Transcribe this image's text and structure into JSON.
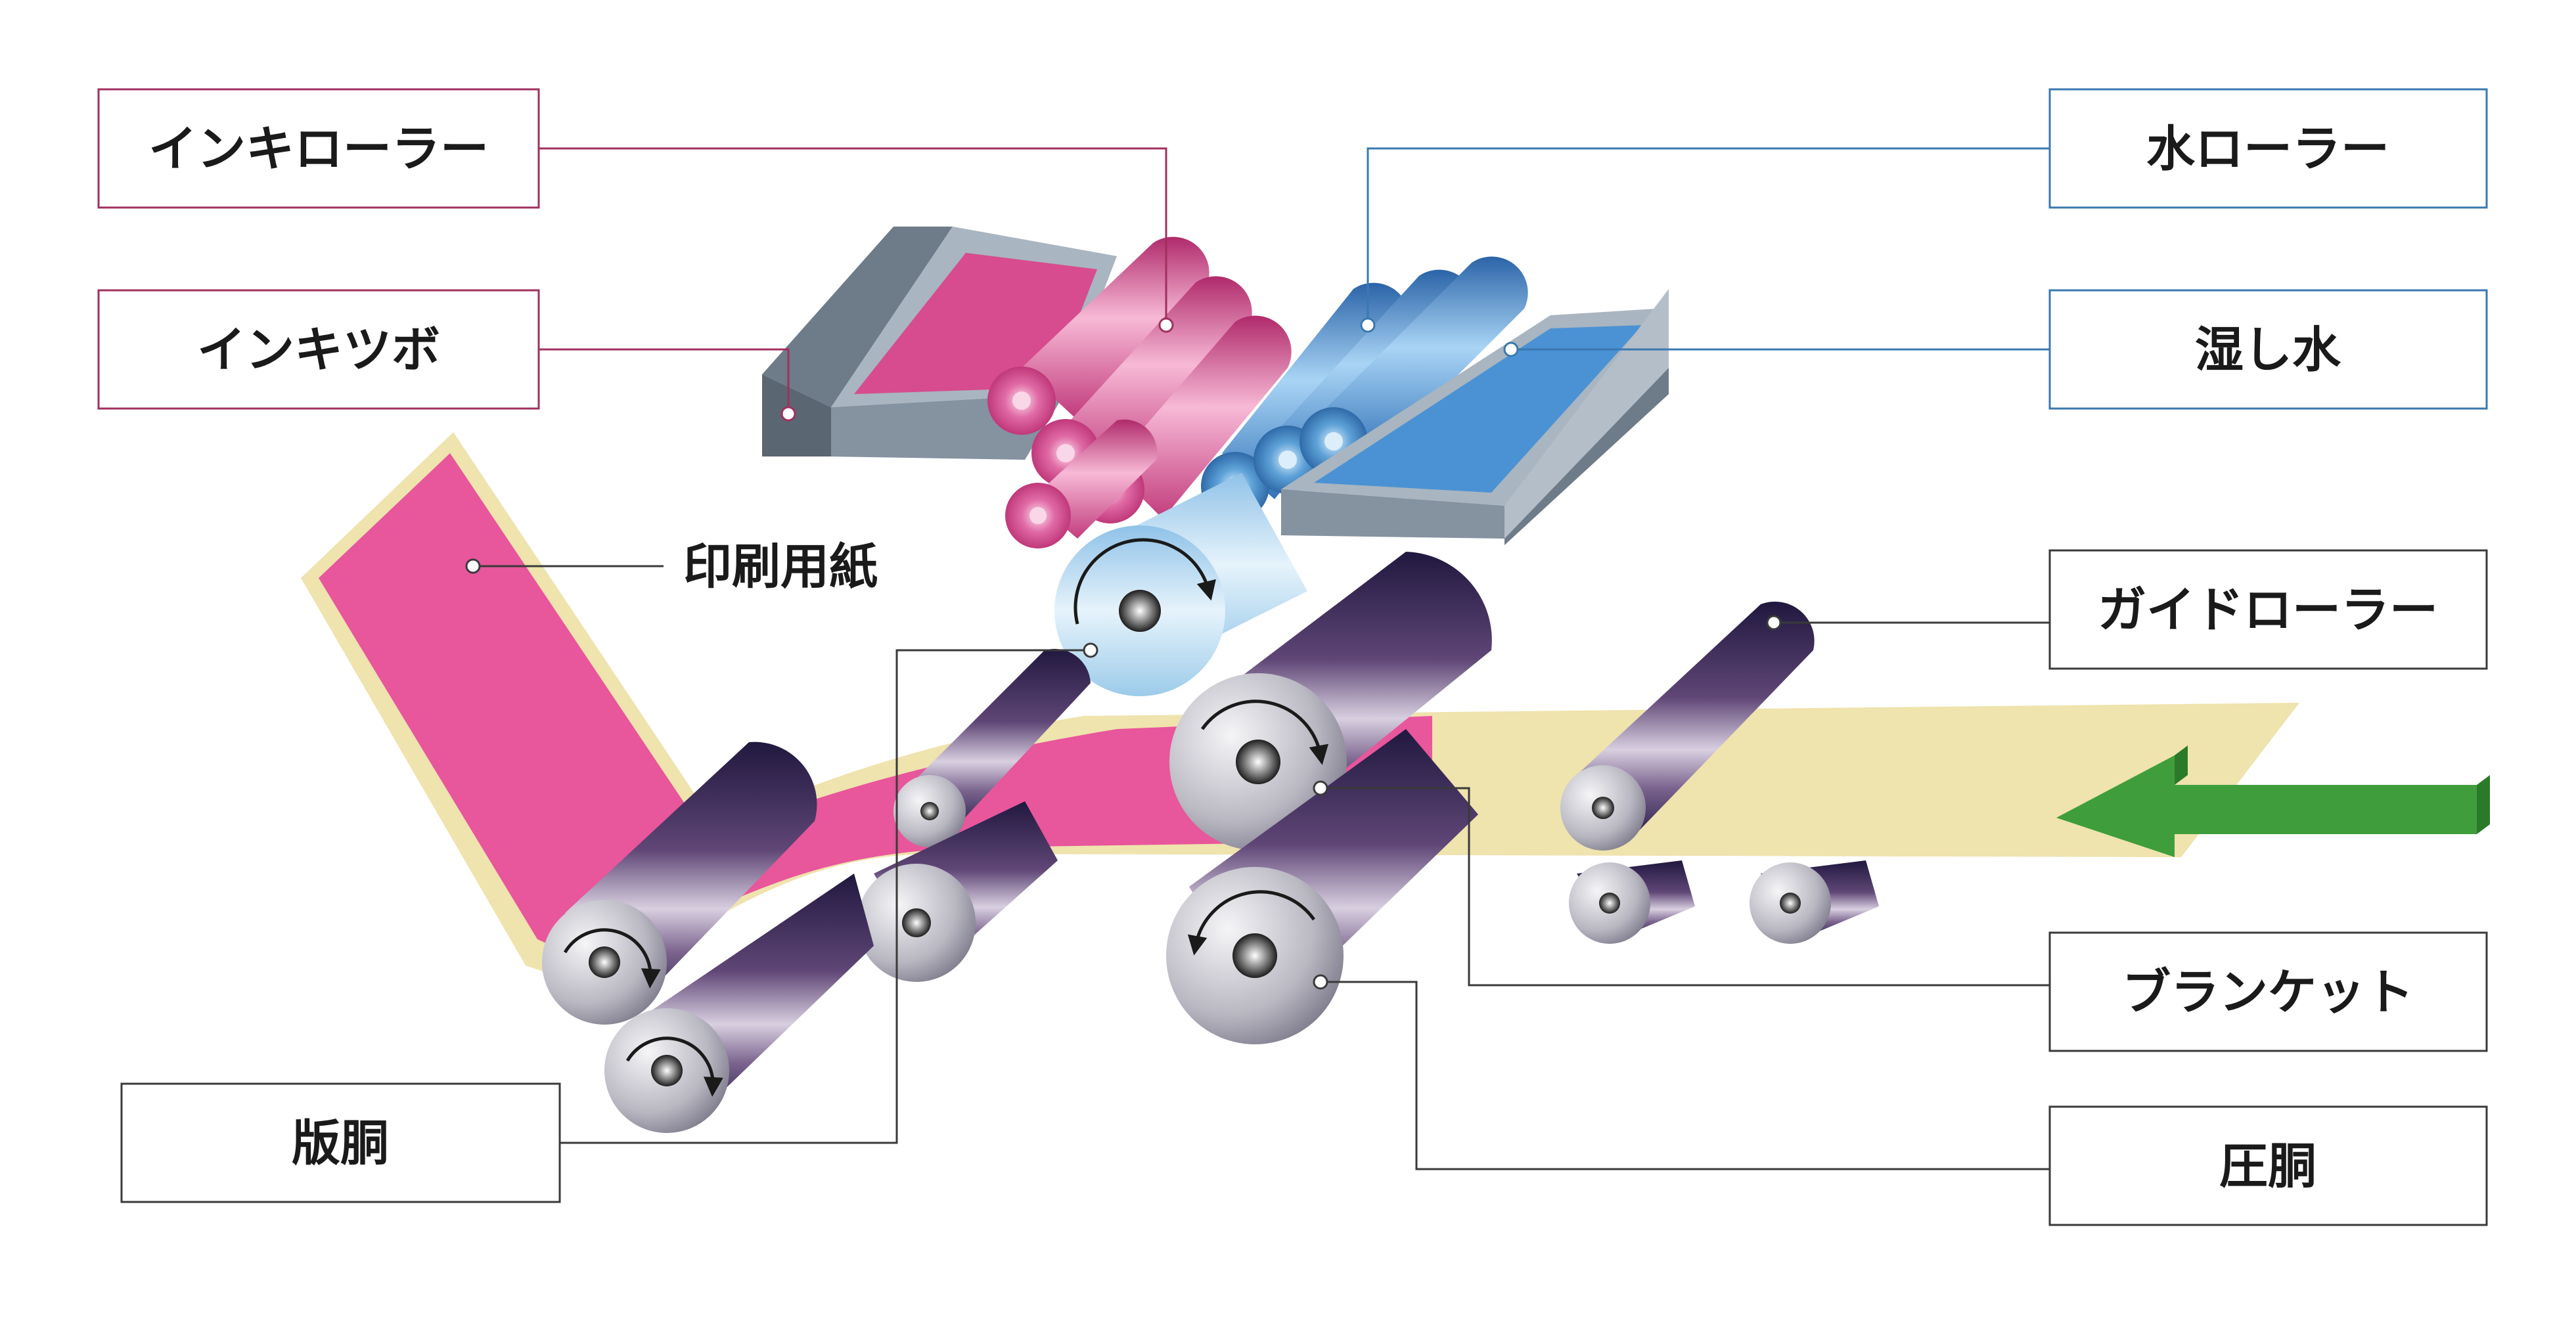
{
  "labels": {
    "ink_roller": "インキローラー",
    "ink_fountain": "インキツボ",
    "paper": "印刷用紙",
    "plate_cylinder": "版胴",
    "water_roller": "水ローラー",
    "dampening_water": "湿し水",
    "guide_roller": "ガイドローラー",
    "blanket": "ブランケット",
    "impression_cylinder": "圧胴"
  },
  "colors": {
    "ink_accent": "#a0305f",
    "water_accent": "#3a78b0",
    "neutral_line": "#3a3a3a",
    "ink": "#e8569b",
    "water": "#4a92d4",
    "paper": "#efe3ae",
    "roller_dark": "#231a45",
    "roller_mid": "#6a4b7d",
    "arrow_green": "#3f9e3b",
    "tray": "#8e9aa6"
  },
  "icons": {
    "feed_direction": "arrow-left-icon",
    "rotation": "rotation-arrow-icon"
  }
}
